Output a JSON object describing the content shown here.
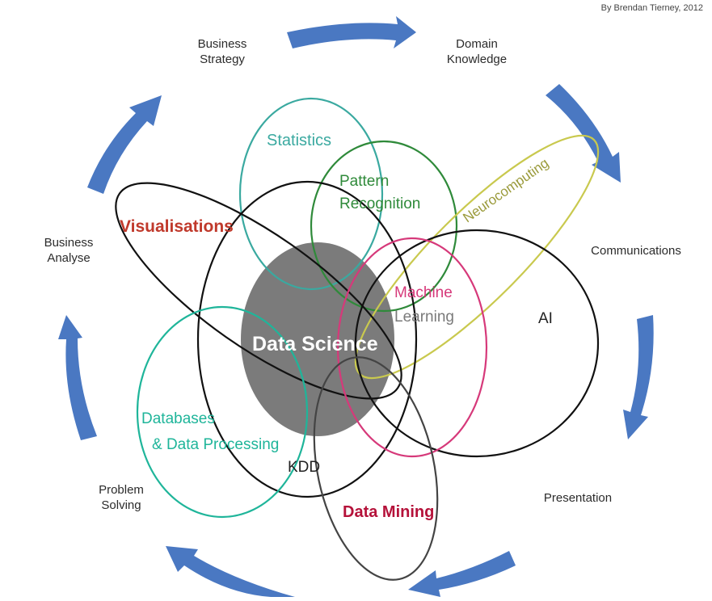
{
  "credit": "By Brendan Tierney, 2012",
  "cycle_labels": {
    "business_strategy": "Business\nStrategy",
    "domain_knowledge": "Domain\nKnowledge",
    "communications": "Communications",
    "presentation": "Presentation",
    "problem_solving": "Problem\nSolving",
    "business_analyse": "Business\nAnalyse"
  },
  "fields": {
    "statistics": "Statistics",
    "pattern_recognition_1": "Pattern",
    "pattern_recognition_2": "Recognition",
    "neurocomputing": "Neurocomputing",
    "visualisations": "Visualisations",
    "machine_learning_1": "Machine",
    "machine_learning_2": "Learning",
    "ai": "AI",
    "data_science": "Data Science",
    "databases_1": "Databases",
    "databases_2": "& Data Processing",
    "kdd": "KDD",
    "data_mining": "Data Mining"
  },
  "colors": {
    "arrow": "#4a78c2",
    "statistics": "#3aa9a0",
    "pattern_recognition": "#2f8a3a",
    "neurocomputing": "#c9c94e",
    "visualisations": "#c0392b",
    "machine_learning": "#d6397a",
    "databases": "#1fb59a",
    "data_mining": "#b5123a",
    "data_science_fill": "#7b7b7b",
    "outline": "#111111"
  }
}
